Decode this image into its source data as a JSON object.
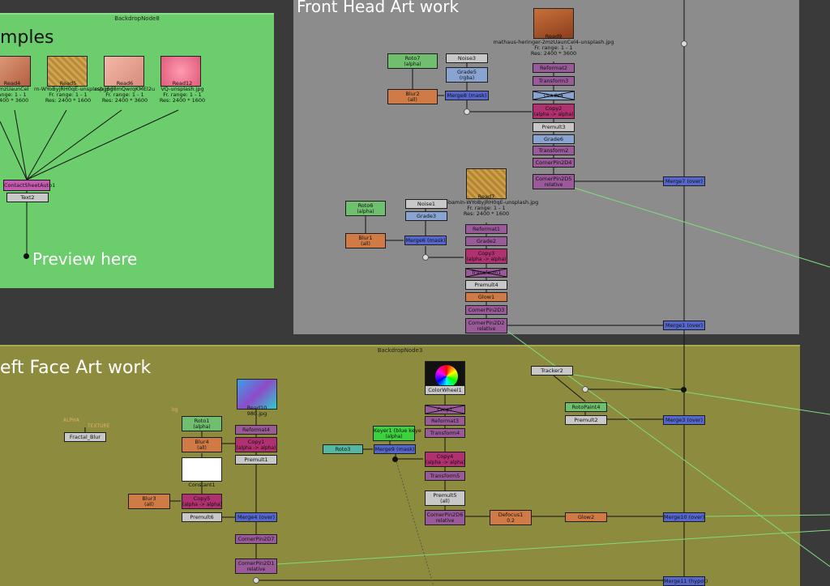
{
  "backdrops": {
    "node8": {
      "name": "BackdropNode8",
      "title": "mples"
    },
    "front": {
      "title": "Front Head Art work"
    },
    "node3": {
      "name": "BackdropNode3",
      "title": "eft Face Art work"
    }
  },
  "preview_label": "Preview here",
  "samples": {
    "read4": {
      "name": "Read4",
      "file": "2mzUaunCel",
      "range": "ange: 1 - 1",
      "res": "2400 * 3600"
    },
    "read5": {
      "name": "Read5",
      "file": "rn-WYoByjRH0qE-unsplash.jpg",
      "range": "Fr. range: 1 - 1",
      "res": "Res: 2400 * 1600"
    },
    "read6": {
      "name": "Read6",
      "file": "rspg6d8mQwrqKMEl2u",
      "range": "Fr. range: 1 - 1",
      "res": "Res: 2400 * 3600"
    },
    "read12": {
      "name": "Read12",
      "file": "VQ-unsplash.jpg",
      "range": "Fr. range: 1 - 1",
      "res": "Res: 2400 * 1600"
    },
    "contact": "ContactSheetAuto1",
    "text2": "Text2"
  },
  "front_nodes": {
    "read9": {
      "name": "Read9",
      "file": "mathaus-heringer-2mzUaunCel4-unsplash.jpg",
      "range": "Fr. range: 1 - 1",
      "res": "Res: 2400 * 3600"
    },
    "roto7": {
      "name": "Roto7",
      "sub": "(alpha)"
    },
    "noise3": "Noise3",
    "grade5": {
      "name": "Grade5",
      "sub": "(rgba)"
    },
    "blur2": {
      "name": "Blur2",
      "sub": "(all)"
    },
    "merge8": "Merge8 (mask)",
    "reformat2": "Reformat2",
    "transform3": "Transform3",
    "grade4": "Grade4",
    "copy2": {
      "name": "Copy2",
      "sub": "(alpha -> alpha)"
    },
    "premult3": "Premult3",
    "grade6": "Grade6",
    "transform2": "Transform2",
    "cornerpin2d4": "CornerPin2D4",
    "cornerpin2d5": {
      "name": "CornerPin2D5",
      "sub": "relative"
    },
    "merge7": "Merge7 (over)",
    "read7": {
      "name": "Read7",
      "file": "ierre-bamin-WYoByjRH0qE-unsplash.jpg",
      "range": "Fr. range: 1 - 1",
      "res": "Res: 2400 * 1600"
    },
    "roto6": {
      "name": "Roto6",
      "sub": "(alpha)"
    },
    "noise1": "Noise1",
    "grade3": "Grade3",
    "blur1": {
      "name": "Blur1",
      "sub": "(all)"
    },
    "merge6": "Merge6 (mask)",
    "reformat1": "Reformat1",
    "grade2": "Grade2",
    "copy3": {
      "name": "Copy3",
      "sub": "(alpha -> alpha)"
    },
    "transform1": "Transform1",
    "premult4": "Premult4",
    "glow1": "Glow1",
    "cornerpin2d3": "CornerPin2D3",
    "cornerpin2d2": {
      "name": "CornerPin2D2",
      "sub": "relative"
    },
    "merge1": "Merge1 (over)"
  },
  "face_nodes": {
    "alpha": "ALPHA",
    "texture": "TEXTURE",
    "bg": "bg",
    "fractal_blur": "Fractal_Blur",
    "roto1": {
      "name": "Roto1",
      "sub": "(alpha)"
    },
    "blur4": {
      "name": "Blur4",
      "sub": "(all)"
    },
    "read10": {
      "name": "Read10",
      "file": "980.jpg"
    },
    "reformat4": "Reformat4",
    "copy1": {
      "name": "Copy1",
      "sub": "(alpha -> alpha)"
    },
    "premult1": "Premult1",
    "constant1": "Constant1",
    "blur3": {
      "name": "Blur3",
      "sub": "(all)"
    },
    "copy5": {
      "name": "Copy5",
      "sub": "(alpha -> alpha)"
    },
    "premult6": "Premult6",
    "merge4": "Merge4 (over)",
    "cornerpin2d7": "CornerPin2D7",
    "cornerpin2d1": {
      "name": "CornerPin2D1",
      "sub": "relative"
    },
    "roto3": "Roto3",
    "keyer1": {
      "name": "Keyer1 (blue keye",
      "sub": "(alpha)"
    },
    "merge9": "Merge9 (mask)",
    "colorwheel1": "ColorWheel1",
    "crop1": "Crop1",
    "reformat3": "Reformat3",
    "transform4": "Transform4",
    "copy4": {
      "name": "Copy4",
      "sub": "(alpha -> alpha)"
    },
    "transform5": "Transform5",
    "premult5": {
      "name": "Premult5",
      "sub": "(all)"
    },
    "cornerpin2d6": {
      "name": "CornerPin2D6",
      "sub": "relative"
    },
    "defocus1": {
      "name": "Defocus1",
      "sub": "0.2"
    },
    "glow2": "Glow2",
    "tracker2": "Tracker2",
    "rotopaint4": "RotoPaint4",
    "premult2": "Premult2",
    "merge3": "Merge3 (over)",
    "merge10": "Merge10 (over)",
    "merge11": "Merge11 (hypot)"
  },
  "colors": {
    "samples_backdrop": "#6ccd6c",
    "front_backdrop": "#8c8c8c",
    "face_backdrop": "#8d8c3e",
    "canvas": "#3a3a3a"
  }
}
